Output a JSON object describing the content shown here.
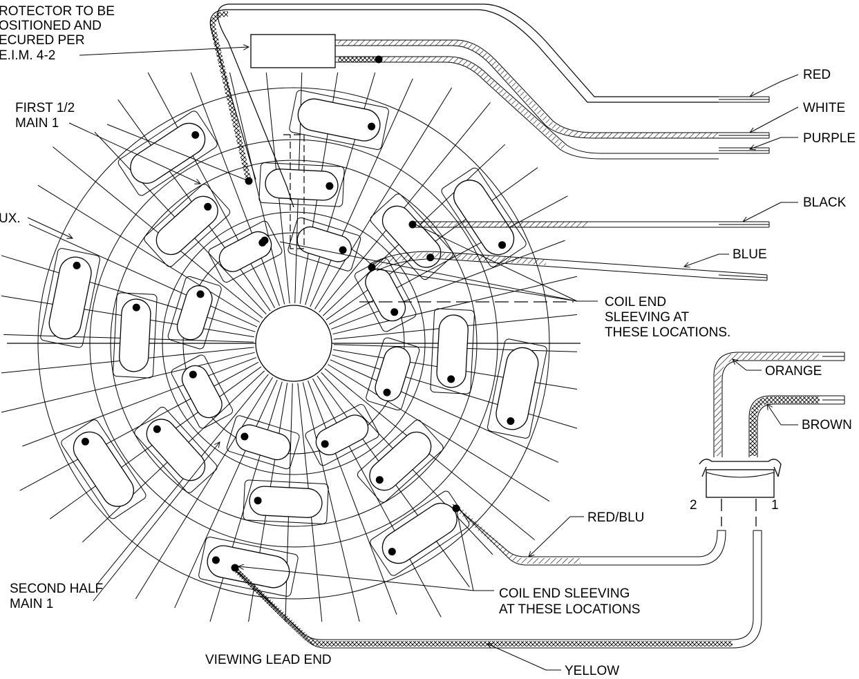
{
  "labels": {
    "protector_note": [
      "ROTECTOR TO BE",
      "OSITIONED AND",
      "ECURED PER",
      "E.I.M. 4-2"
    ],
    "first_half_main": [
      "FIRST 1/2",
      "MAIN 1"
    ],
    "aux": "UX.",
    "second_half_main": [
      "SECOND HALF",
      "MAIN 1"
    ],
    "coil_end_sleeving_1": [
      "COIL END",
      "SLEEVING AT",
      "THESE LOCATIONS."
    ],
    "coil_end_sleeving_2": [
      "COIL END SLEEVING",
      "AT THESE LOCATIONS"
    ],
    "viewing_lead_end": "VIEWING LEAD END",
    "terminal_2": "2",
    "terminal_1": "1"
  },
  "leads": {
    "red": "RED",
    "white": "WHITE",
    "purple": "PURPLE",
    "black": "BLACK",
    "blue": "BLUE",
    "orange": "ORANGE",
    "brown": "BROWN",
    "red_blu": "RED/BLU",
    "yellow": "YELLOW"
  },
  "icons": {
    "protector": "protector-box",
    "plug": "connector-plug"
  },
  "colors": {
    "ink": "#000000",
    "background": "#ffffff"
  }
}
